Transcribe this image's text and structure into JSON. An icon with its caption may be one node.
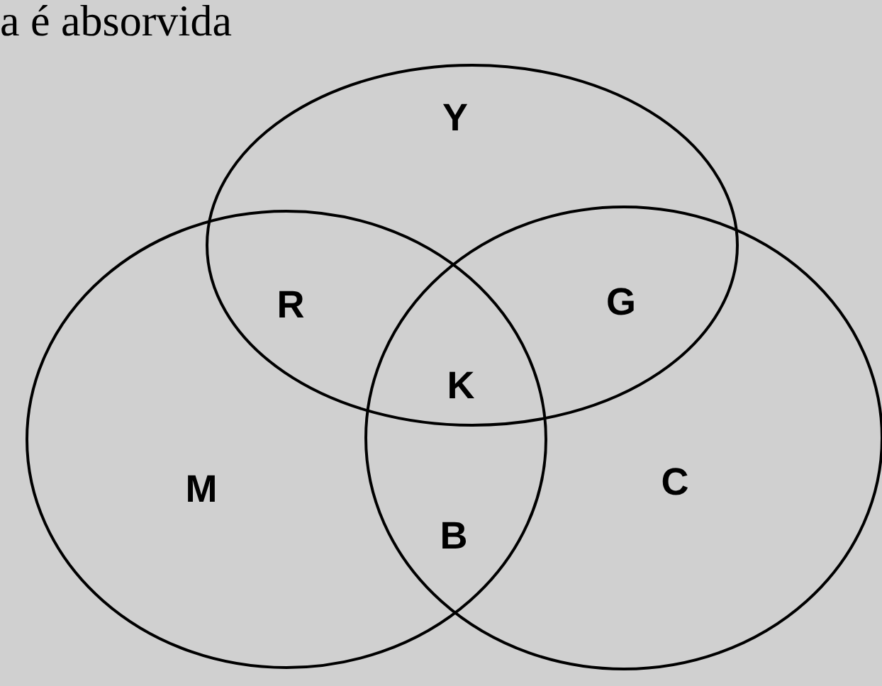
{
  "diagram": {
    "nodes": [
      {
        "text": [
          "Y"
        ]
      },
      {
        "text": [
          "M"
        ]
      },
      {
        "text": [
          "C"
        ]
      }
    ],
    "labels": [
      "a é absorvida",
      "R",
      "G",
      "K",
      "B"
    ]
  }
}
